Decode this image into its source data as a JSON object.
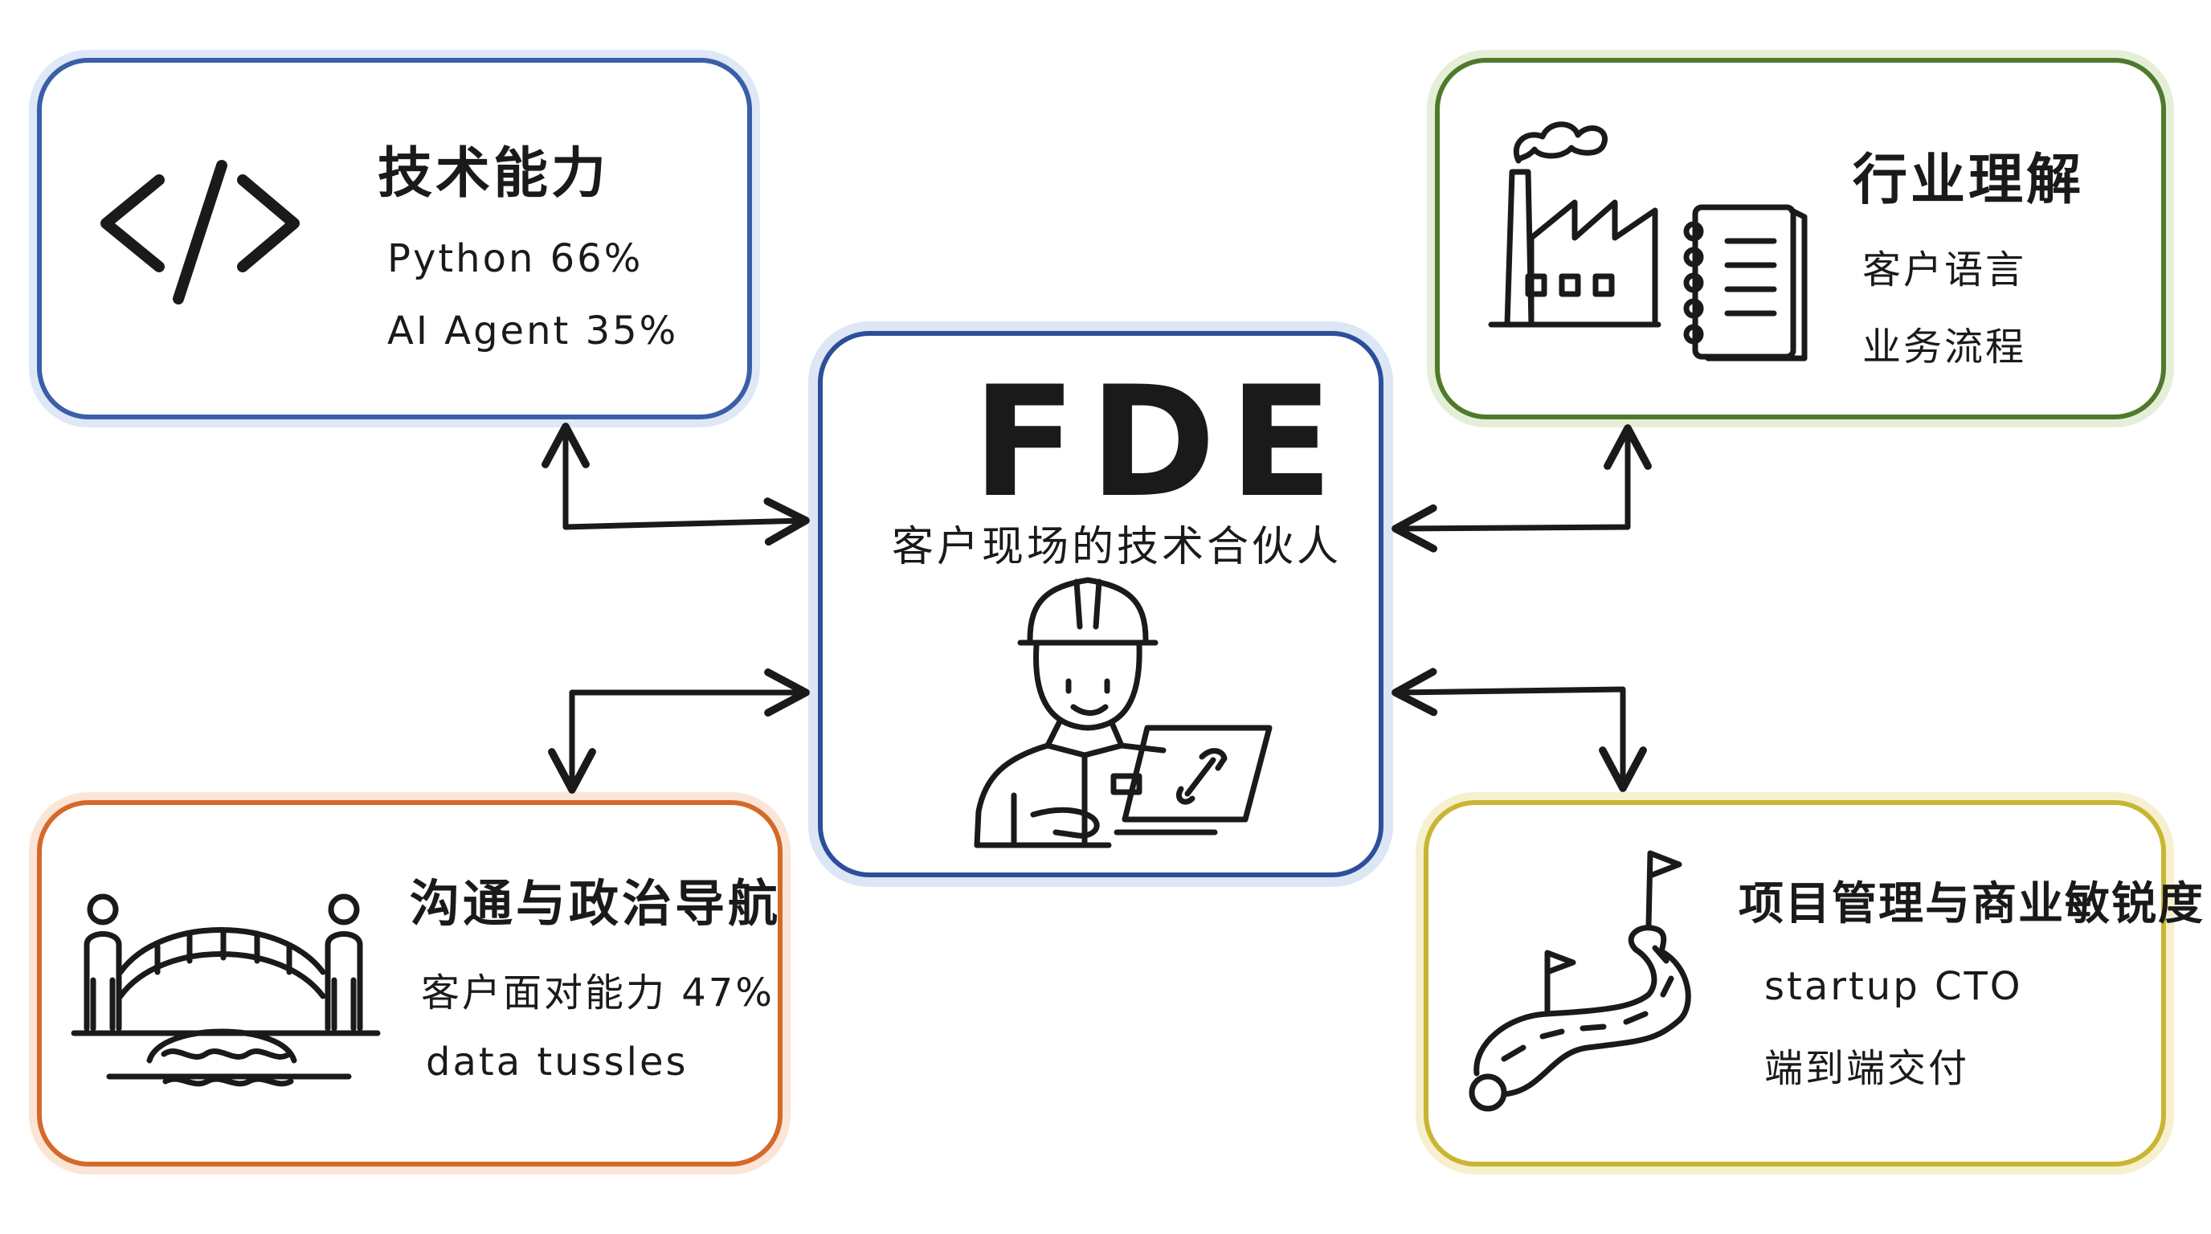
{
  "center": {
    "title": "FDE",
    "subtitle": "客户现场的技术合伙人",
    "icon": "engineer-with-laptop-icon"
  },
  "boxes": {
    "tech": {
      "title": "技术能力",
      "items": [
        "Python 66%",
        "AI Agent 35%"
      ],
      "icon": "code-brackets-icon",
      "color": "#3a5fa8"
    },
    "industry": {
      "title": "行业理解",
      "items": [
        "客户语言",
        "业务流程"
      ],
      "icon": "factory-notebook-icon",
      "color": "#4f7a2c"
    },
    "comm": {
      "title": "沟通与政治导航",
      "items": [
        "客户面对能力 47%",
        "data tussles"
      ],
      "icon": "bridge-people-icon",
      "color": "#d46a2a"
    },
    "pm": {
      "title": "项目管理与商业敏锐度",
      "items": [
        "startup CTO",
        "端到端交付"
      ],
      "icon": "winding-road-flags-icon",
      "color": "#c9b533"
    }
  },
  "center_color": "#2c4f9a"
}
